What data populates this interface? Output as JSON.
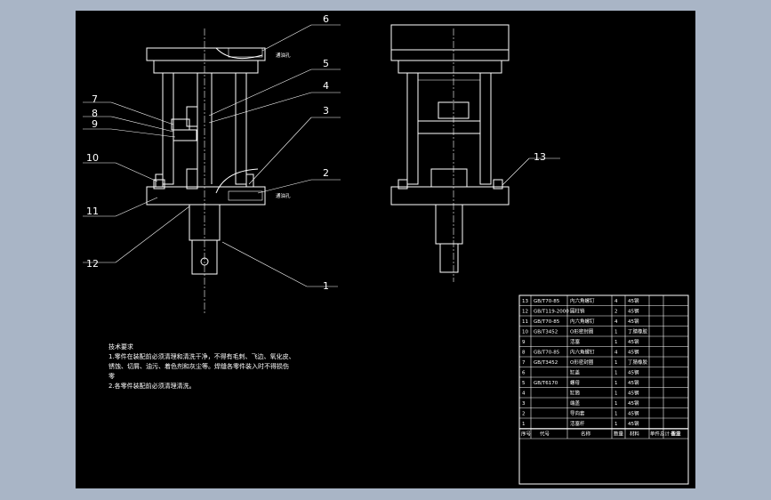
{
  "balloons": [
    "1",
    "2",
    "3",
    "4",
    "5",
    "6",
    "7",
    "8",
    "9",
    "10",
    "11",
    "12",
    "13"
  ],
  "callouts": {
    "upper": "通油孔",
    "lower": "通油孔"
  },
  "tech_req": {
    "title": "技术要求",
    "lines": [
      "1.零件在装配前必须清理和清洗干净，不得有毛刺、飞边、氧化皮、",
      "  锈蚀、切屑、油污、着色剂和灰尘等。焊缝各零件装入时不得损伤",
      "零",
      "2.各零件装配前必须清理清洗。"
    ]
  },
  "bom_rows": [
    {
      "no": "13",
      "code": "GB/T70-85",
      "name": "内六角螺钉",
      "qty": "4",
      "mat": "45钢"
    },
    {
      "no": "12",
      "code": "GB/T119-2000",
      "name": "圆柱销",
      "qty": "2",
      "mat": "45钢"
    },
    {
      "no": "11",
      "code": "GB/T70-85",
      "name": "内六角螺钉",
      "qty": "4",
      "mat": "45钢"
    },
    {
      "no": "10",
      "code": "GB/T3452",
      "name": "O形密封圈",
      "qty": "1",
      "mat": "丁腈橡胶"
    },
    {
      "no": "9",
      "code": "",
      "name": "活塞",
      "qty": "1",
      "mat": "45钢"
    },
    {
      "no": "8",
      "code": "GB/T70-85",
      "name": "内六角螺钉",
      "qty": "4",
      "mat": "45钢"
    },
    {
      "no": "7",
      "code": "GB/T3452",
      "name": "O形密封圈",
      "qty": "1",
      "mat": "丁腈橡胶"
    },
    {
      "no": "6",
      "code": "",
      "name": "缸盖",
      "qty": "1",
      "mat": "45钢"
    },
    {
      "no": "5",
      "code": "GB/T6170",
      "name": "螺母",
      "qty": "1",
      "mat": "45钢"
    },
    {
      "no": "4",
      "code": "",
      "name": "缸筒",
      "qty": "1",
      "mat": "45钢"
    },
    {
      "no": "3",
      "code": "",
      "name": "端盖",
      "qty": "1",
      "mat": "45钢"
    },
    {
      "no": "2",
      "code": "",
      "name": "导向套",
      "qty": "1",
      "mat": "45钢"
    },
    {
      "no": "1",
      "code": "",
      "name": "活塞杆",
      "qty": "1",
      "mat": "45钢"
    }
  ],
  "bom_header": {
    "no": "序号",
    "code": "代号",
    "name": "名称",
    "qty": "数量",
    "mat": "材料",
    "weight": "单件总计 重量",
    "remark": "备注"
  }
}
